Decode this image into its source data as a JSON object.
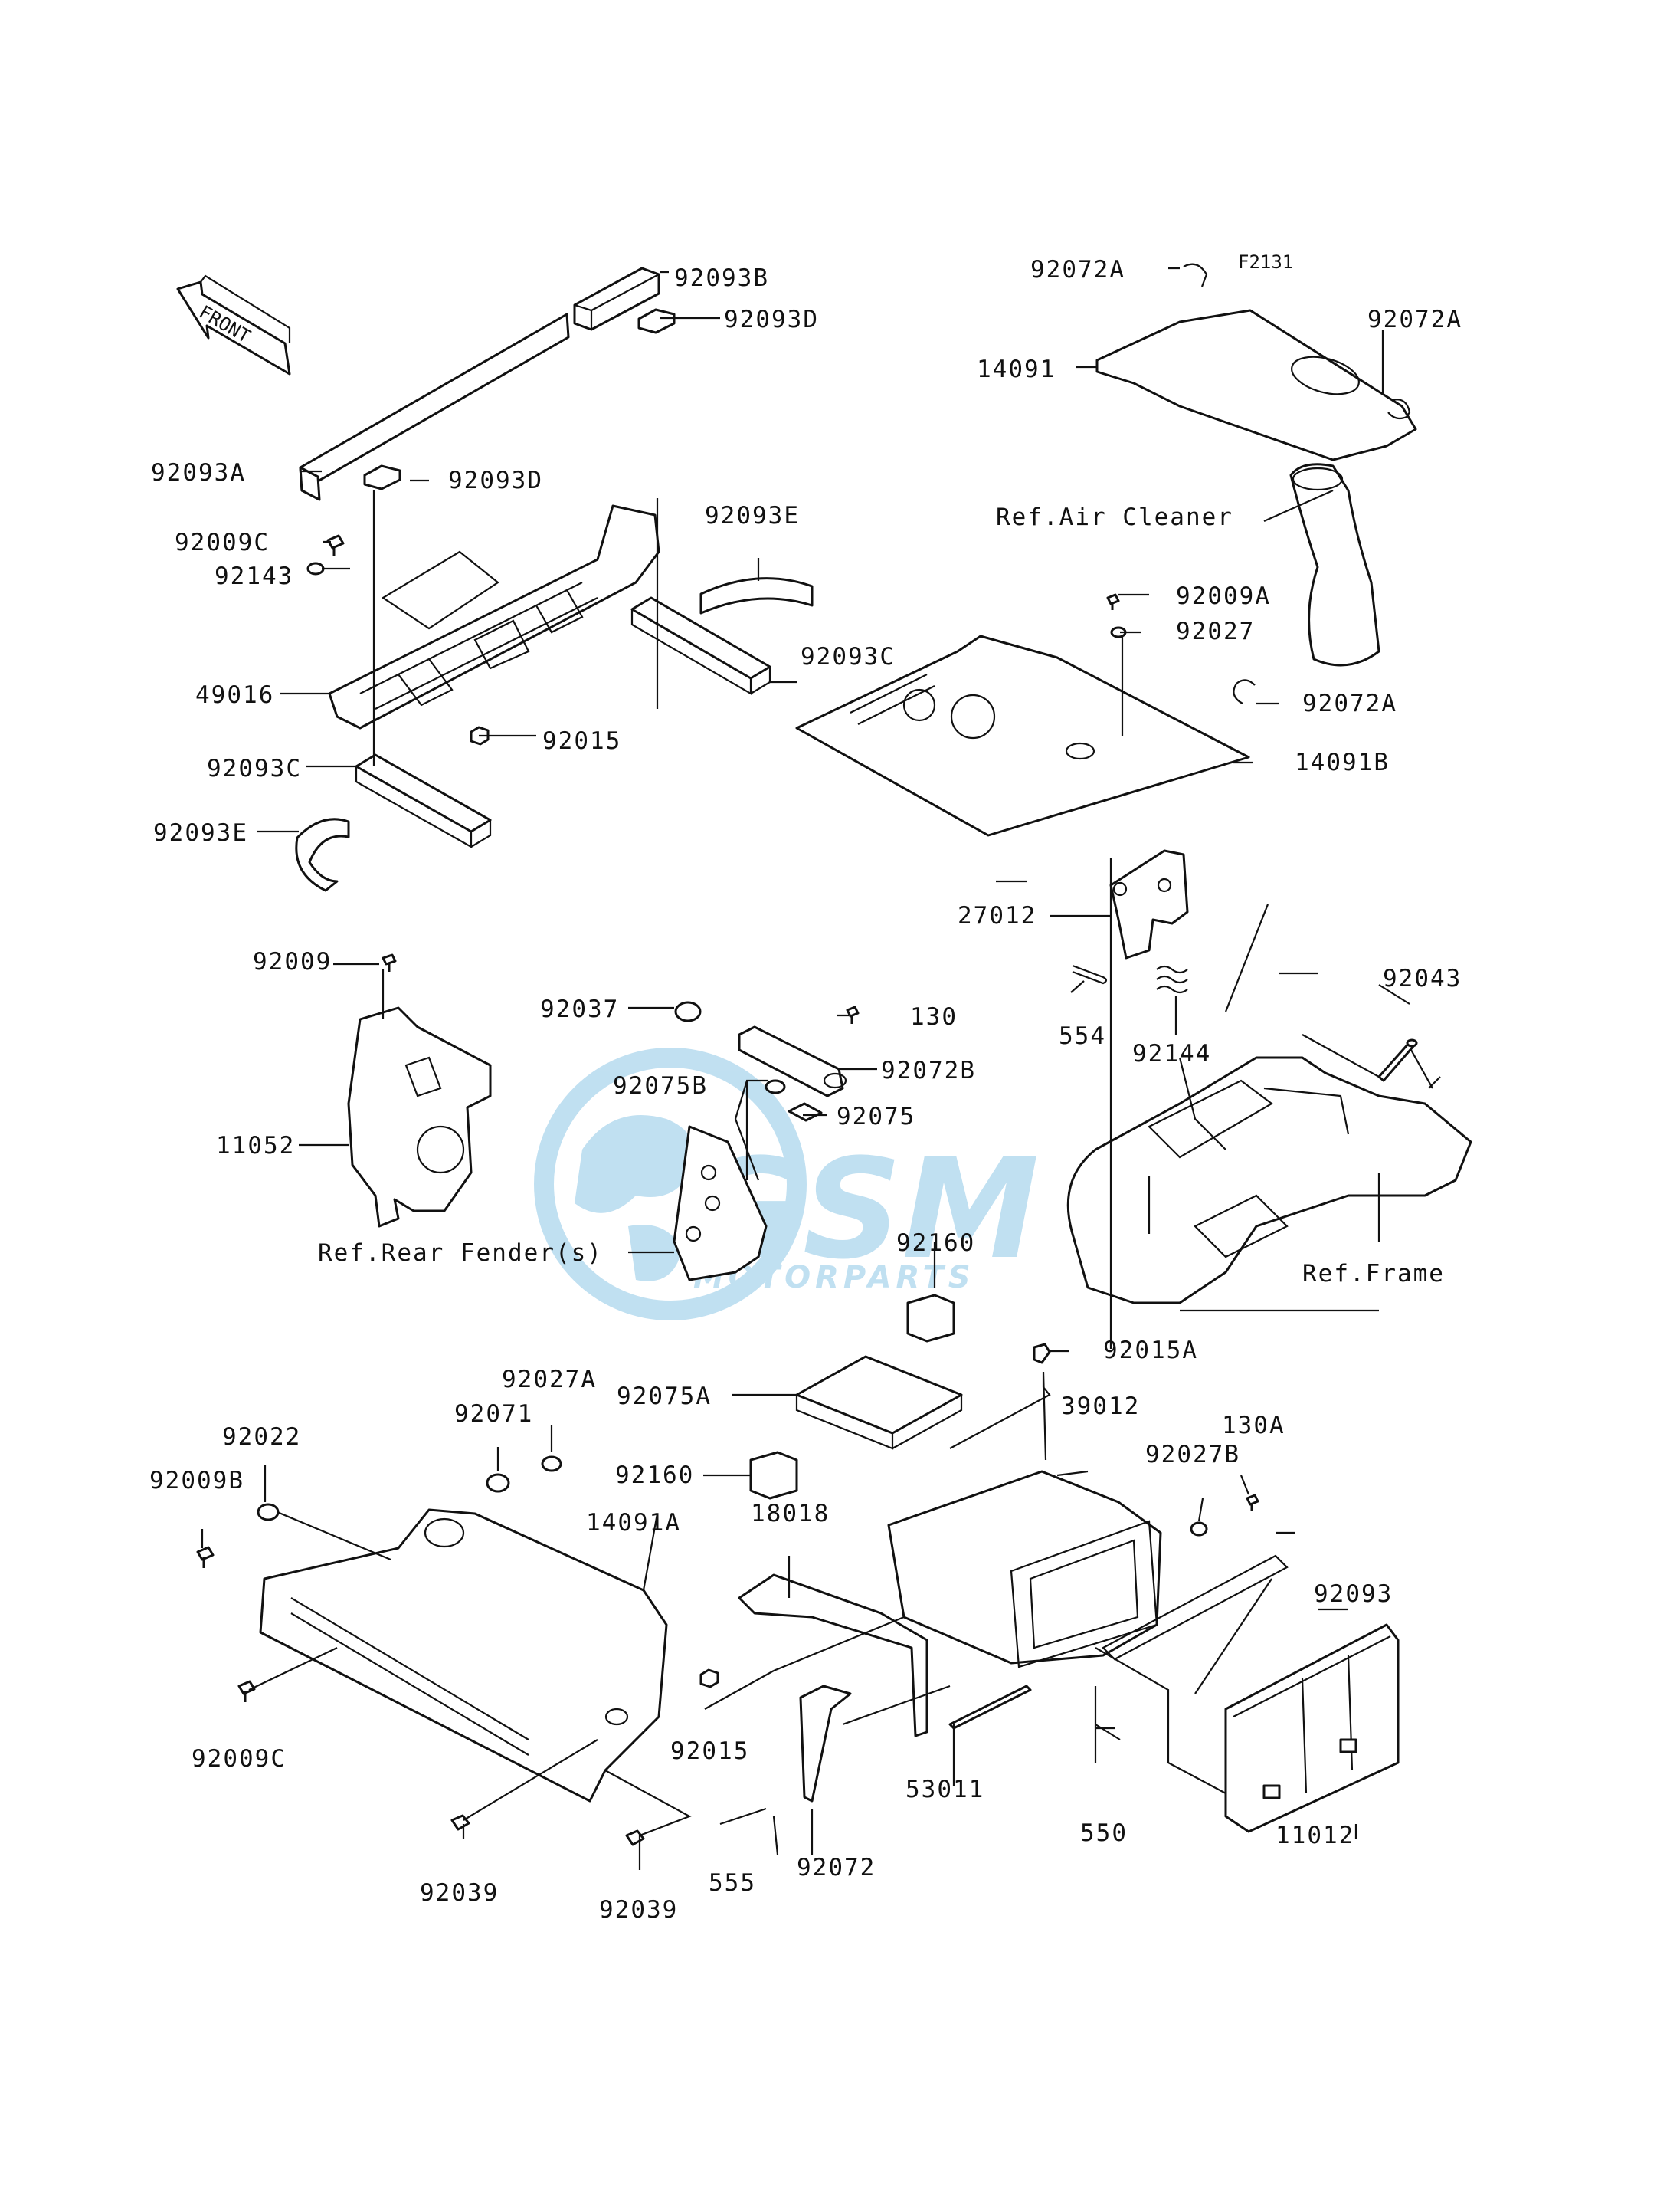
{
  "diagram_code": "F2131",
  "front_arrow_text": "FRONT",
  "watermark": {
    "brand": "MOTORPARTS",
    "color": "#8ec7e6"
  },
  "labels": {
    "l92093B": "92093B",
    "l92093D_top": "92093D",
    "l92093A": "92093A",
    "l92093D_mid": "92093D",
    "l92009C_top": "92009C",
    "l92143": "92143",
    "l92093E_top": "92093E",
    "l49016": "49016",
    "l92015_top": "92015",
    "l92093C_right": "92093C",
    "l92093C_left": "92093C",
    "l92093E_left": "92093E",
    "l92072A_top": "92072A",
    "l14091": "14091",
    "l92072A_right": "92072A",
    "l_ref_air": "Ref.Air Cleaner",
    "l92009A": "92009A",
    "l92027": "92027",
    "l92072A_mid": "92072A",
    "l14091B": "14091B",
    "l27012": "27012",
    "l554": "554",
    "l92144": "92144",
    "l92043": "92043",
    "l92009": "92009",
    "l11052": "11052",
    "l92037": "92037",
    "l130": "130",
    "l92072B": "92072B",
    "l92075B": "92075B",
    "l92075": "92075",
    "l_ref_fender": "Ref.Rear Fender(s)",
    "l92160_top": "92160",
    "l_ref_frame": "Ref.Frame",
    "l92015A": "92015A",
    "l92027A": "92027A",
    "l92075A": "92075A",
    "l39012": "39012",
    "l130A": "130A",
    "l92022": "92022",
    "l92071": "92071",
    "l92160_mid": "92160",
    "l92027B": "92027B",
    "l92009B": "92009B",
    "l14091A": "14091A",
    "l18018": "18018",
    "l92093": "92093",
    "l92009C_bottom": "92009C",
    "l92015_bottom": "92015",
    "l53011": "53011",
    "l550": "550",
    "l11012": "11012",
    "l92039_left": "92039",
    "l92039_right": "92039",
    "l555": "555",
    "l92072": "92072"
  }
}
